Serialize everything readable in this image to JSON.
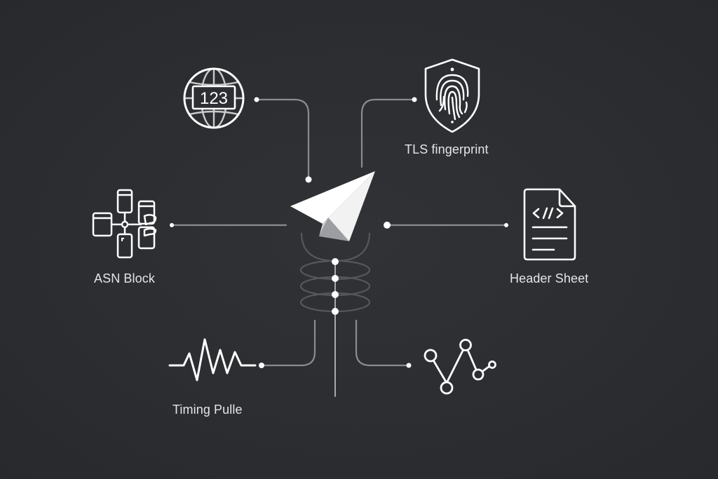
{
  "diagram": {
    "background": "#2c2e33",
    "line_color": "#8a8c90",
    "icon_color": "#ffffff",
    "center": {
      "icon": "paper-plane-icon",
      "stack_icon": "layered-stack-icon"
    },
    "nodes": [
      {
        "id": "ip",
        "icon": "globe-123-icon",
        "label": ""
      },
      {
        "id": "tls",
        "icon": "shield-fingerprint-icon",
        "label": "TLS fingerprint"
      },
      {
        "id": "asn",
        "icon": "network-devices-icon",
        "label": "ASN Block"
      },
      {
        "id": "header",
        "icon": "code-document-icon",
        "label": "Header Sheet"
      },
      {
        "id": "timing",
        "icon": "waveform-icon",
        "label": "Timing Pulle"
      },
      {
        "id": "graph",
        "icon": "node-graph-icon",
        "label": ""
      }
    ],
    "globe_text": "123"
  }
}
